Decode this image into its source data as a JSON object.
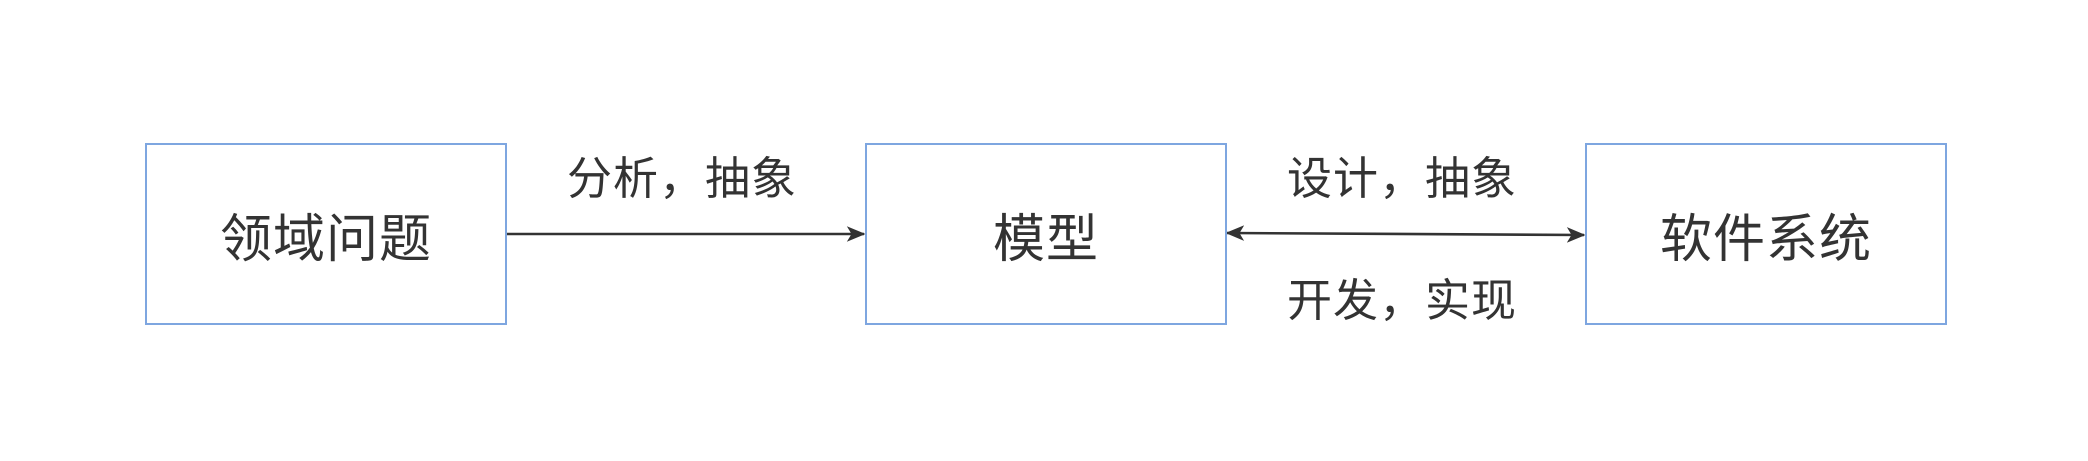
{
  "diagram": {
    "nodes": {
      "domain_problem": "领域问题",
      "model": "模型",
      "software_system": "软件系统"
    },
    "edges": {
      "analysis_label": "分析，抽象",
      "design_label": "设计，抽象",
      "develop_label": "开发，实现"
    },
    "colors": {
      "box_border": "#7ea6e0",
      "text": "#333333",
      "arrow": "#333333"
    }
  }
}
